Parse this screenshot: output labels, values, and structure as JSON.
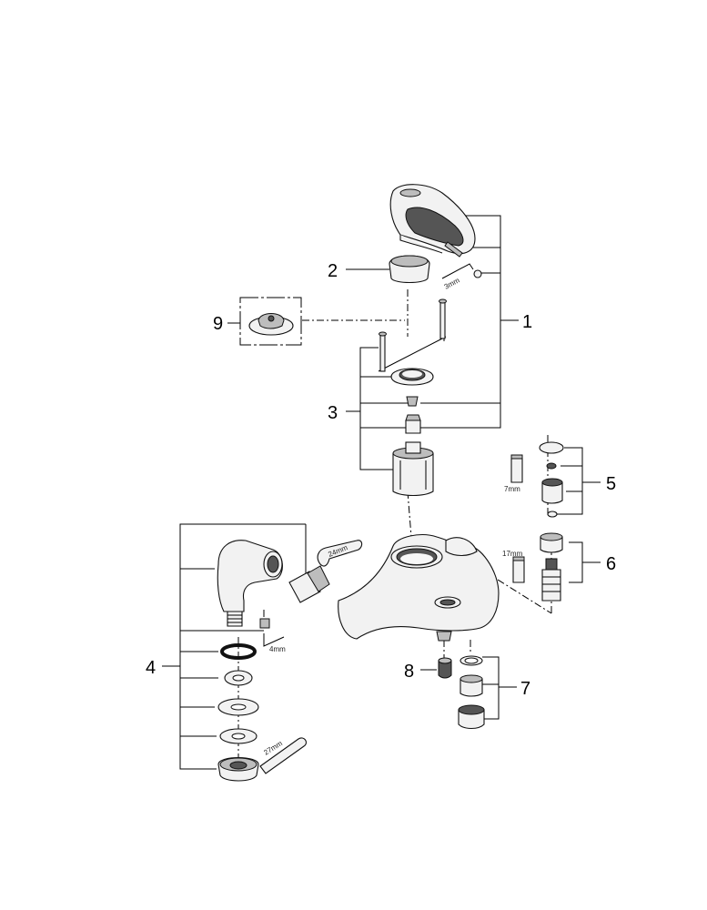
{
  "diagram": {
    "callouts": {
      "c1": "1",
      "c2": "2",
      "c3": "3",
      "c4": "4",
      "c5": "5",
      "c6": "6",
      "c7": "7",
      "c8": "8",
      "c9": "9"
    },
    "tool_sizes": {
      "hex_key_handle": "3mm",
      "hex_key_outlet": "4mm",
      "spanner_small": "7mm",
      "spanner_cartridge": "17mm",
      "wrench_elbow": "24mm",
      "wrench_nut": "27mm"
    },
    "icons": [
      "hex-key-icon",
      "wrench-icon",
      "socket-icon"
    ]
  }
}
